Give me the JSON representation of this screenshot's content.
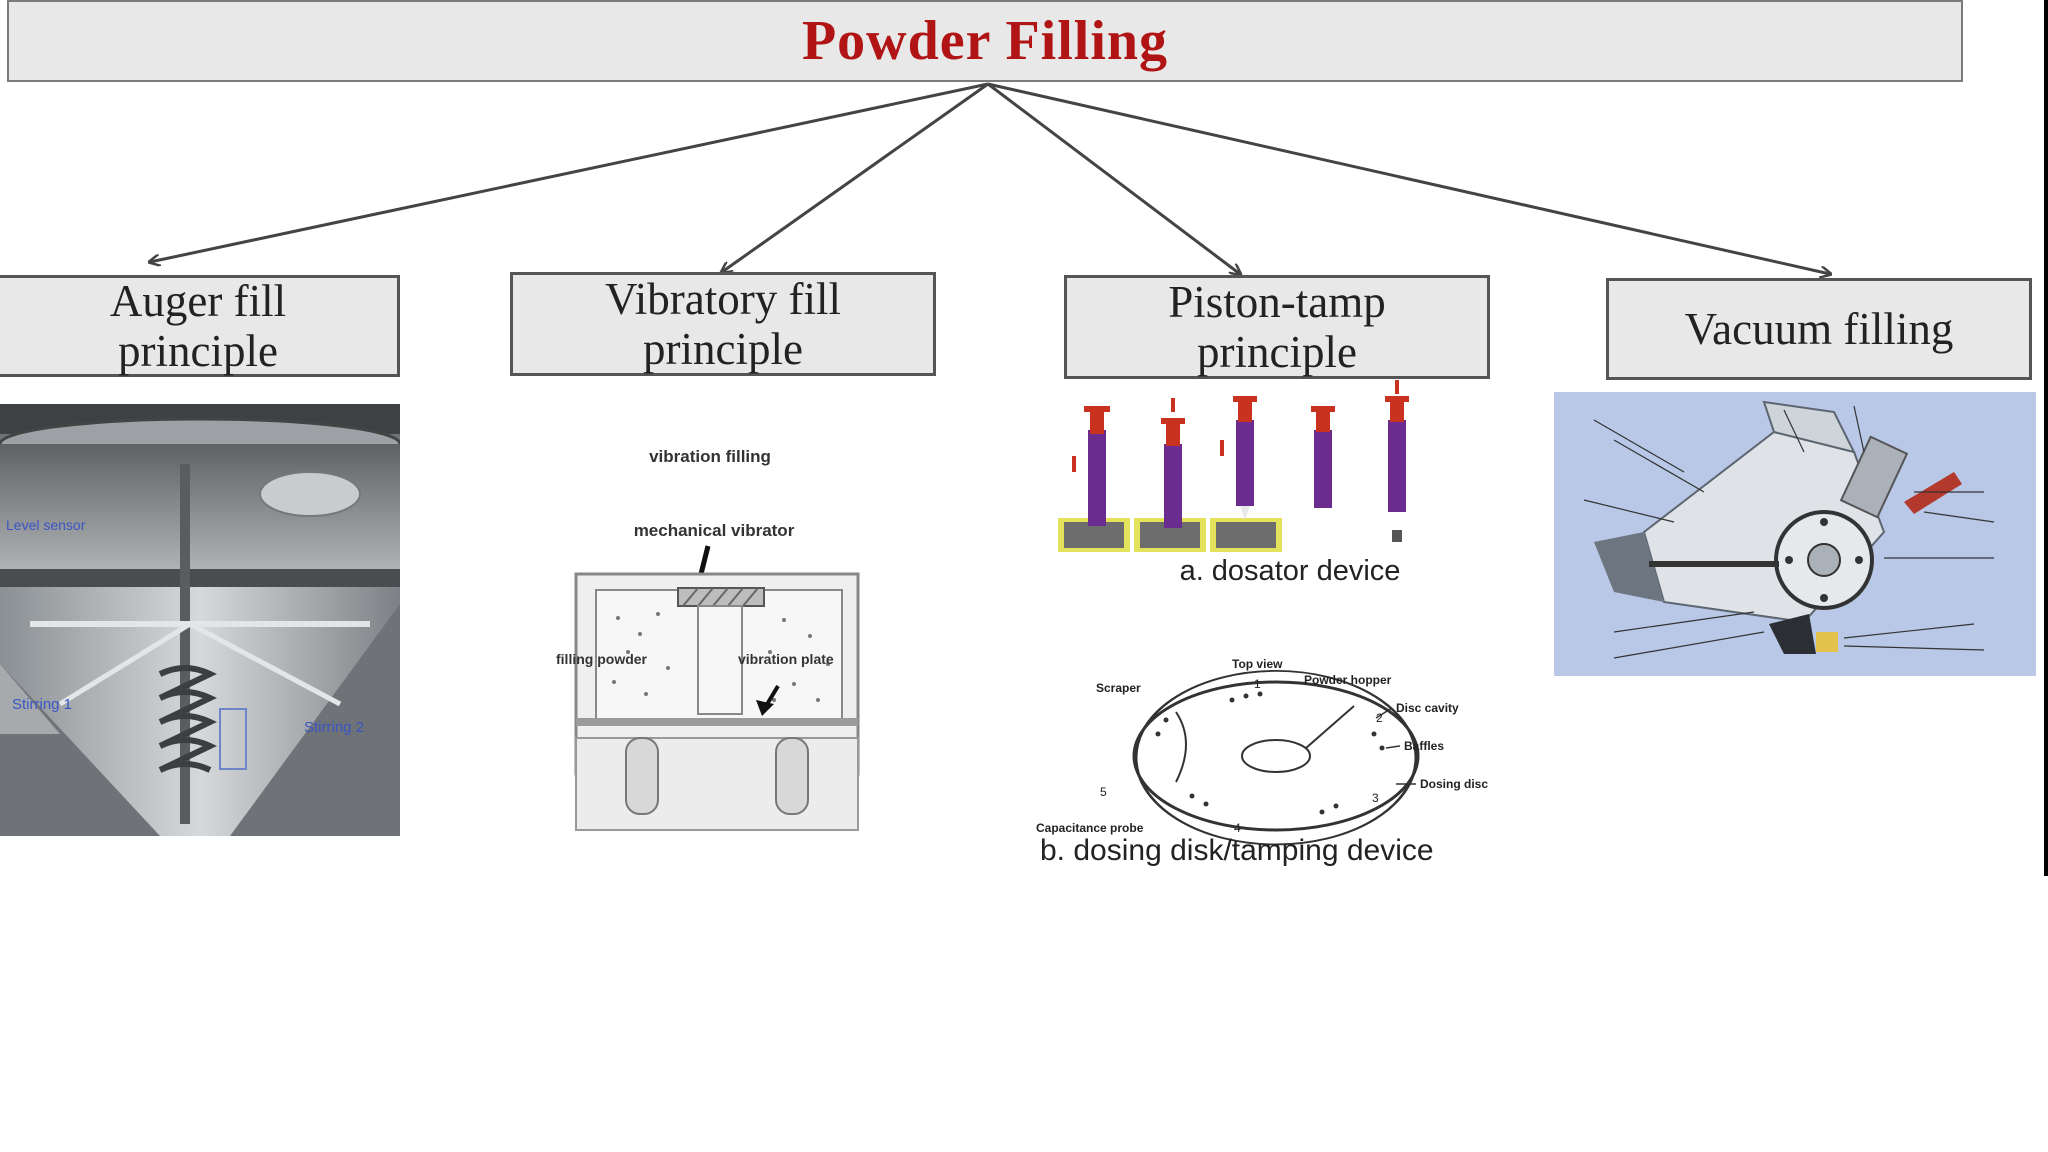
{
  "title": "Powder Filling",
  "branches": [
    {
      "label_line1": "Auger fill",
      "label_line2": "principle"
    },
    {
      "label_line1": "Vibratory fill",
      "label_line2": "principle"
    },
    {
      "label_line1": "Piston-tamp",
      "label_line2": "principle"
    },
    {
      "label_line1": "Vacuum filling"
    }
  ],
  "auger_image": {
    "labels": [
      "Level sensor",
      "Stirring 1",
      "Stirring 2"
    ]
  },
  "vibratory_image": {
    "heading": "vibration filling",
    "vibrator_label": "mechanical vibrator",
    "powder_label": "filling powder",
    "plate_label": "vibration plate"
  },
  "piston_images": {
    "dosator_caption": "a. dosator device",
    "disk_caption": "b. dosing disk/tamping device",
    "disk_labels": {
      "top_view": "Top view",
      "scraper": "Scraper",
      "powder_hopper": "Powder hopper",
      "disc_cavity": "Disc cavity",
      "baffles": "Baffles",
      "dosing_disc": "Dosing disc",
      "capacitance_probe": "Capacitance probe",
      "n1": "1",
      "n2": "2",
      "n3": "3",
      "n4": "4",
      "n5": "5"
    }
  },
  "colors": {
    "title_red": "#b01414",
    "box_fill": "#e8e8e8",
    "piston_purple": "#6a2d8f",
    "piston_red": "#c8321e",
    "bed_yellow": "#e4e25a",
    "vacuum_bg": "#b8c8e6"
  }
}
